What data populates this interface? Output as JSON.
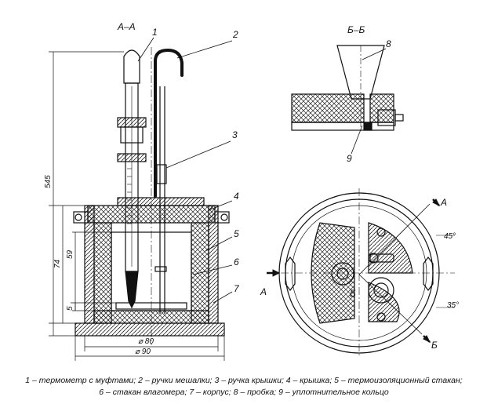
{
  "drawing": {
    "section_aa": "А–А",
    "section_bb": "Б–Б",
    "callouts": [
      "1",
      "2",
      "3",
      "4",
      "5",
      "6",
      "7",
      "8",
      "9"
    ],
    "dimensions": {
      "total_height": "545",
      "height_74": "74",
      "height_59": "59",
      "height_5": "5",
      "diameter_80": "⌀ 80",
      "diameter_90": "⌀ 90",
      "angle_45": "45°",
      "angle_35": "35°"
    },
    "cut_marks": {
      "a_top": "А",
      "a_left": "А",
      "b_center": "Б",
      "b_bottom": "Б"
    }
  },
  "caption": {
    "line1": "1 – термометр с муфтами; 2 – ручки мешалки; 3 – ручка крышки; 4 – крышка; 5 – термоизоляционный стакан;",
    "line2": "6 – стакан влагомера; 7 – корпус; 8 – пробка; 9 – уплотнительное кольцо"
  }
}
